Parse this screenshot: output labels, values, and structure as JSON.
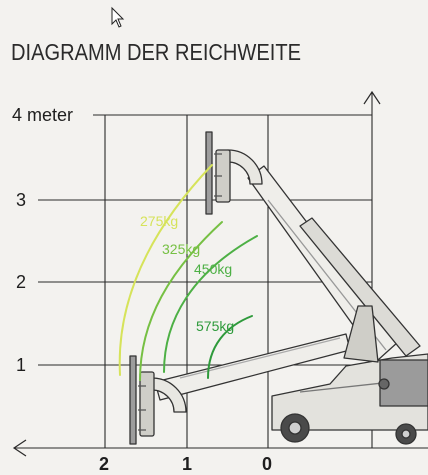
{
  "title": "DIAGRAMM DER REICHWEITE",
  "y_axis": {
    "ticks": [
      {
        "value": 4,
        "label": "4 meter"
      },
      {
        "value": 3,
        "label": "3"
      },
      {
        "value": 2,
        "label": "2"
      },
      {
        "value": 1,
        "label": "1"
      }
    ]
  },
  "x_axis": {
    "ticks": [
      {
        "value": 2,
        "label": "2"
      },
      {
        "value": 1,
        "label": "1"
      },
      {
        "value": 0,
        "label": "0"
      }
    ]
  },
  "load_curves": [
    {
      "label": "275kg",
      "color": "#d6e35a"
    },
    {
      "label": "325kg",
      "color": "#76c043"
    },
    {
      "label": "450kg",
      "color": "#4db045"
    },
    {
      "label": "575kg",
      "color": "#2e9a3b"
    }
  ],
  "colors": {
    "grid": "#2a2a2a",
    "machine_outline": "#333333",
    "machine_fill": "#e9e8e4",
    "machine_shade": "#8d8d8d"
  },
  "icons": {
    "cursor": "mouse-pointer-icon"
  }
}
